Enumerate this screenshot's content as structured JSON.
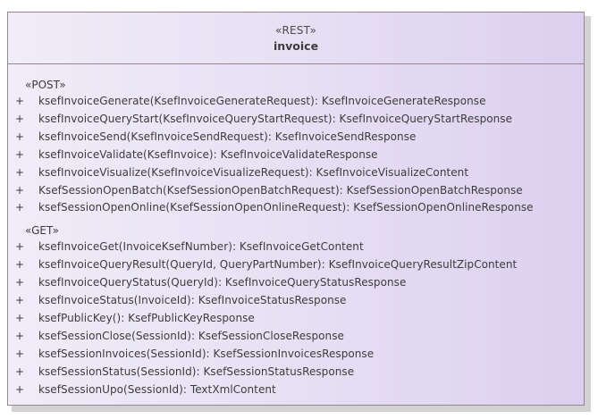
{
  "class": {
    "stereotype": "«REST»",
    "name": "invoice",
    "colors": {
      "border": "#9a848f",
      "fill_left": "#f0ecf8",
      "fill_right": "#dbd0ef",
      "shadow": "#d2d2d2"
    }
  },
  "groups": [
    {
      "label": "«POST»",
      "operations": [
        {
          "visibility": "+",
          "signature": "ksefInvoiceGenerate(KsefInvoiceGenerateRequest): KsefInvoiceGenerateResponse"
        },
        {
          "visibility": "+",
          "signature": "ksefInvoiceQueryStart(KsefInvoiceQueryStartRequest): KsefInvoiceQueryStartResponse"
        },
        {
          "visibility": "+",
          "signature": "ksefInvoiceSend(KsefInvoiceSendRequest): KsefInvoiceSendResponse"
        },
        {
          "visibility": "+",
          "signature": "ksefInvoiceValidate(KsefInvoice): KsefInvoiceValidateResponse"
        },
        {
          "visibility": "+",
          "signature": "ksefInvoiceVisualize(KsefInvoiceVisualizeRequest): KsefInvoiceVisualizeContent"
        },
        {
          "visibility": "+",
          "signature": "KsefSessionOpenBatch(KsefSessionOpenBatchRequest): KsefSessionOpenBatchResponse"
        },
        {
          "visibility": "+",
          "signature": "ksefSessionOpenOnline(KsefSessionOpenOnlineRequest): KsefSessionOpenOnlineResponse"
        }
      ]
    },
    {
      "label": "«GET»",
      "operations": [
        {
          "visibility": "+",
          "signature": "ksefInvoiceGet(InvoiceKsefNumber): KsefInvoiceGetContent"
        },
        {
          "visibility": "+",
          "signature": "ksefInvoiceQueryResult(QueryId, QueryPartNumber): KsefInvoiceQueryResultZipContent"
        },
        {
          "visibility": "+",
          "signature": "ksefInvoiceQueryStatus(QueryId): KsefInvoiceQueryStatusResponse"
        },
        {
          "visibility": "+",
          "signature": "ksefInvoiceStatus(InvoiceId): KsefInvoiceStatusResponse"
        },
        {
          "visibility": "+",
          "signature": "ksefPublicKey(): KsefPublicKeyResponse"
        },
        {
          "visibility": "+",
          "signature": "ksefSessionClose(SessionId): KsefSessionCloseResponse"
        },
        {
          "visibility": "+",
          "signature": "ksefSessionInvoices(SessionId): KsefSessionInvoicesResponse"
        },
        {
          "visibility": "+",
          "signature": "ksefSessionStatus(SessionId): KsefSessionStatusResponse"
        },
        {
          "visibility": "+",
          "signature": "ksefSessionUpo(SessionId): TextXmlContent"
        }
      ]
    }
  ]
}
